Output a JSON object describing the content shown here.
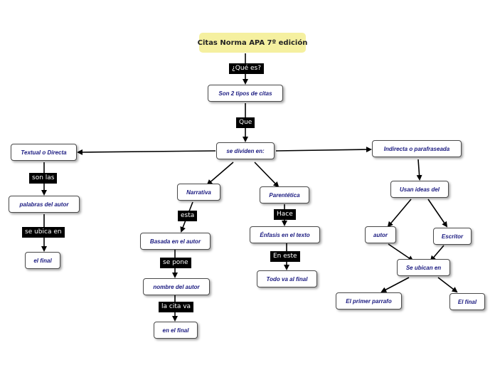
{
  "root": "Citas Norma APA 7º edición",
  "nodes": {
    "two_types": "Son 2 tipos de citas",
    "divided": "se dividen en:",
    "textual": "Textual o Directa",
    "indirect": "Indirecta o parafraseada",
    "author_words": "palabras del autor",
    "end_left": "el final",
    "narrative": "Narrativa",
    "parenthetical": "Parentética",
    "based_author": "Basada en el autor",
    "emphasis": "Énfasis en el texto",
    "author_name": "nombre del autor",
    "all_end": "Todo va al final",
    "at_end": "en el final",
    "uses_ideas": "Usan ideas del",
    "autor": "autor",
    "escritor": "Escritor",
    "located": "Se ubican en",
    "first_paragraph": "El primer parrafo",
    "final": "El final"
  },
  "labels": {
    "what_is": "¿Qué es?",
    "que": "Que",
    "son_las": "son las",
    "se_ubica": "se ubica en",
    "esta": "esta",
    "hace": "Hace",
    "se_pone": "se pone",
    "en_este": "En este",
    "la_cita_va": "la cita va"
  },
  "colors": {
    "root_fill": "#f5f0a0",
    "node_text": "#1a1a80",
    "label_fill": "#000000"
  }
}
